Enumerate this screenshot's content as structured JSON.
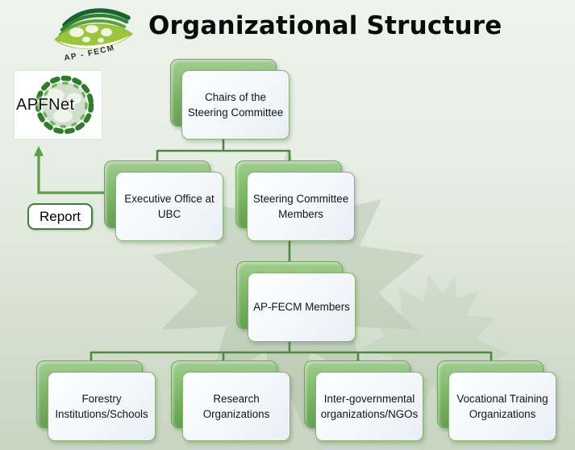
{
  "slide": {
    "title": "Organizational Structure"
  },
  "logos": {
    "apfecm": {
      "caption": "AP - FECM"
    },
    "apfnet": {
      "name": "APFNet"
    }
  },
  "report_flow": {
    "label": "Report"
  },
  "org_chart": {
    "type": "hierarchy",
    "nodes": [
      {
        "id": "chairs",
        "label": "Chairs of the Steering Committee",
        "level": 1
      },
      {
        "id": "executive-office",
        "label": "Executive Office at UBC",
        "level": 2
      },
      {
        "id": "steering-members",
        "label": "Steering Committee Members",
        "level": 2
      },
      {
        "id": "apfecm-members",
        "label": "AP-FECM Members",
        "level": 3
      },
      {
        "id": "forestry-institutions",
        "label": "Forestry Institutions/Schools",
        "level": 4
      },
      {
        "id": "research-organizations",
        "label": "Research Organizations",
        "level": 4
      },
      {
        "id": "intergovernmental-ngos",
        "label": "Inter-governmental organizations/NGOs",
        "level": 4
      },
      {
        "id": "vocational-training",
        "label": "Vocational Training Organizations",
        "level": 4
      }
    ],
    "edges": [
      [
        "chairs",
        "executive-office"
      ],
      [
        "chairs",
        "steering-members"
      ],
      [
        "steering-members",
        "apfecm-members"
      ],
      [
        "apfecm-members",
        "forestry-institutions"
      ],
      [
        "apfecm-members",
        "research-organizations"
      ],
      [
        "apfecm-members",
        "intergovernmental-ngos"
      ],
      [
        "apfecm-members",
        "vocational-training"
      ],
      [
        "executive-office",
        "report-to-apfnet"
      ]
    ]
  },
  "colors": {
    "node_green": "#7eb56a",
    "node_face": "#f5f8fc",
    "node_border": "#85b56b",
    "connector_green": "#4e8a3e",
    "arrow_green": "#5f9d4e",
    "background_top": "#eef2ec",
    "background_bottom": "#c8d5c1",
    "logo_leaf_green": "#9cc53d",
    "logo_dark_green": "#1c6a2e"
  }
}
